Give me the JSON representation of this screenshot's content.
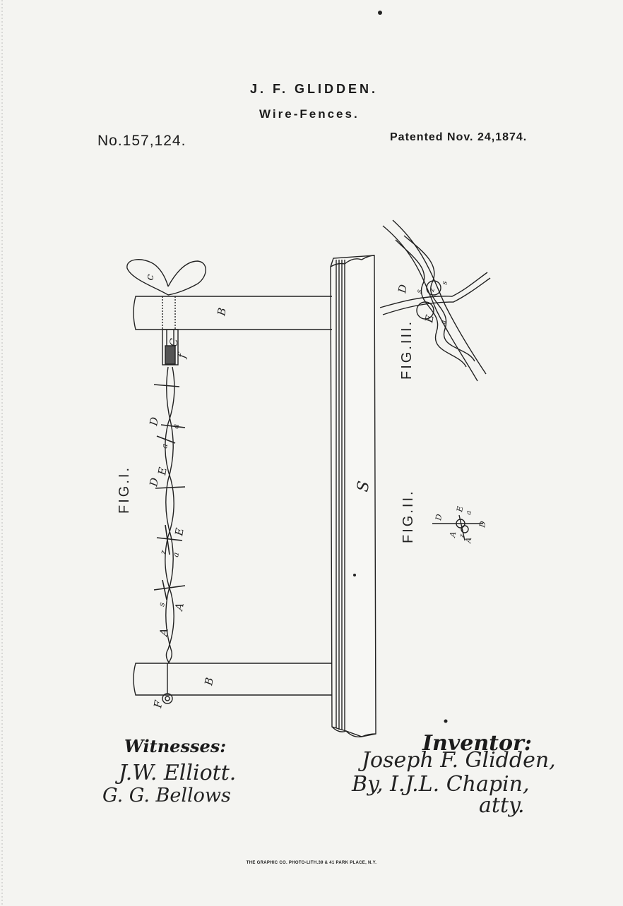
{
  "header": {
    "inventor": "J. F. GLIDDEN.",
    "title": "Wire-Fences.",
    "patent_number": "No.157,124.",
    "patent_date": "Patented Nov. 24,1874."
  },
  "figures": {
    "fig1": "FIG.I.",
    "fig2": "FIG.II.",
    "fig3": "FIG.III."
  },
  "labels": {
    "B": "B",
    "C": "C",
    "c": "c",
    "F": "F",
    "S": "S",
    "D": "D",
    "E": "E",
    "A": "A",
    "a": "a",
    "s": "s",
    "z": "z",
    "f": "f"
  },
  "signatures": {
    "witnesses_heading": "Witnesses:",
    "witness_1": "J.W. Elliott.",
    "witness_2": "G. G. Bellows",
    "inventor_heading": "Inventor:",
    "inventor_signature": "Joseph F. Glidden,",
    "by_line": "By, I.J.L. Chapin,",
    "atty": "atty."
  },
  "footer": {
    "imprint": "THE GRAPHIC CO. PHOTO-LITH.39 & 41 PARK PLACE, N.Y."
  }
}
